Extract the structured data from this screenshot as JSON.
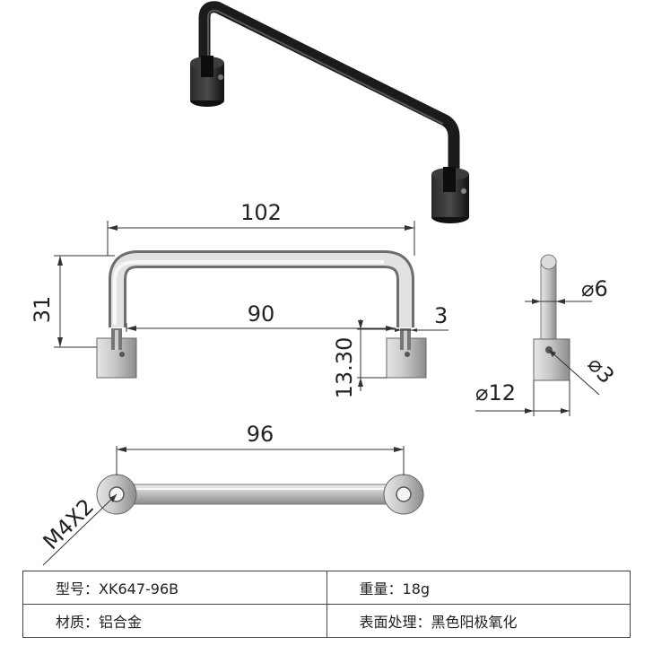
{
  "dimensions": {
    "overall_length": "102",
    "height": "31",
    "inner_span": "90",
    "slot_width": "3",
    "base_height": "13.30",
    "rod_diameter": "⌀6",
    "pin_hole_diameter": "⌀3",
    "base_diameter": "⌀12",
    "hole_spacing": "96",
    "thread": "M4X2"
  },
  "specs": [
    {
      "label": "型号：",
      "value": "XK647-96B"
    },
    {
      "label": "重量：",
      "value": "18g"
    },
    {
      "label": "材质：",
      "value": "铝合金"
    },
    {
      "label": "表面处理：",
      "value": "黑色阳极氧化"
    }
  ]
}
